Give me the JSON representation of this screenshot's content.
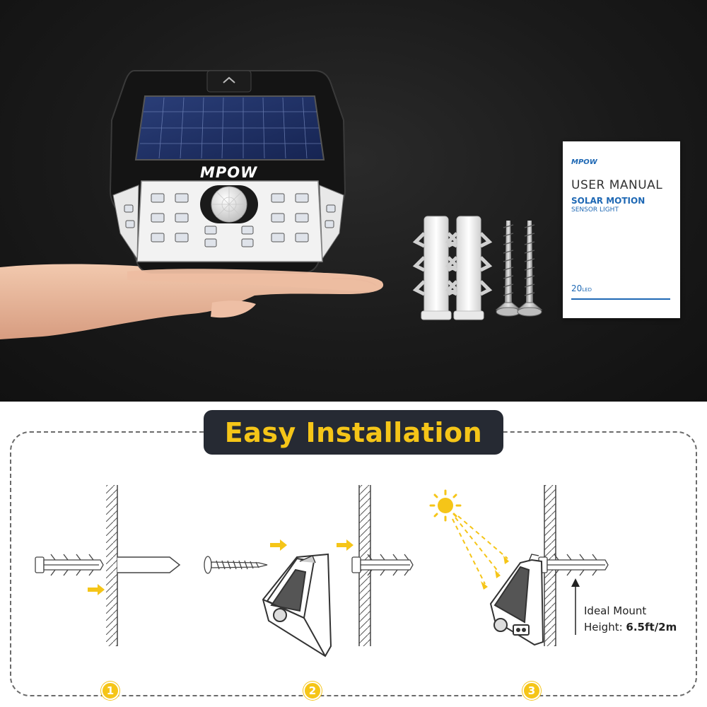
{
  "product": {
    "lamp_brand": "MPOW"
  },
  "manual": {
    "brand": "MPOW",
    "title": "USER MANUAL",
    "subtitle": "SOLAR MOTION",
    "subtitle2": "SENSOR LIGHT",
    "led_count": "20",
    "led_unit": "LED"
  },
  "installation": {
    "title": "Easy Installation",
    "steps": [
      {
        "number": "1"
      },
      {
        "number": "2"
      },
      {
        "number": "3"
      }
    ],
    "mount_label_line1": "Ideal Mount",
    "mount_label_line2_prefix": "Height: ",
    "mount_label_line2_value": "6.5ft/2m"
  },
  "colors": {
    "accent_yellow": "#f5c518",
    "title_bg": "#262a33",
    "manual_blue": "#1e68b4"
  }
}
